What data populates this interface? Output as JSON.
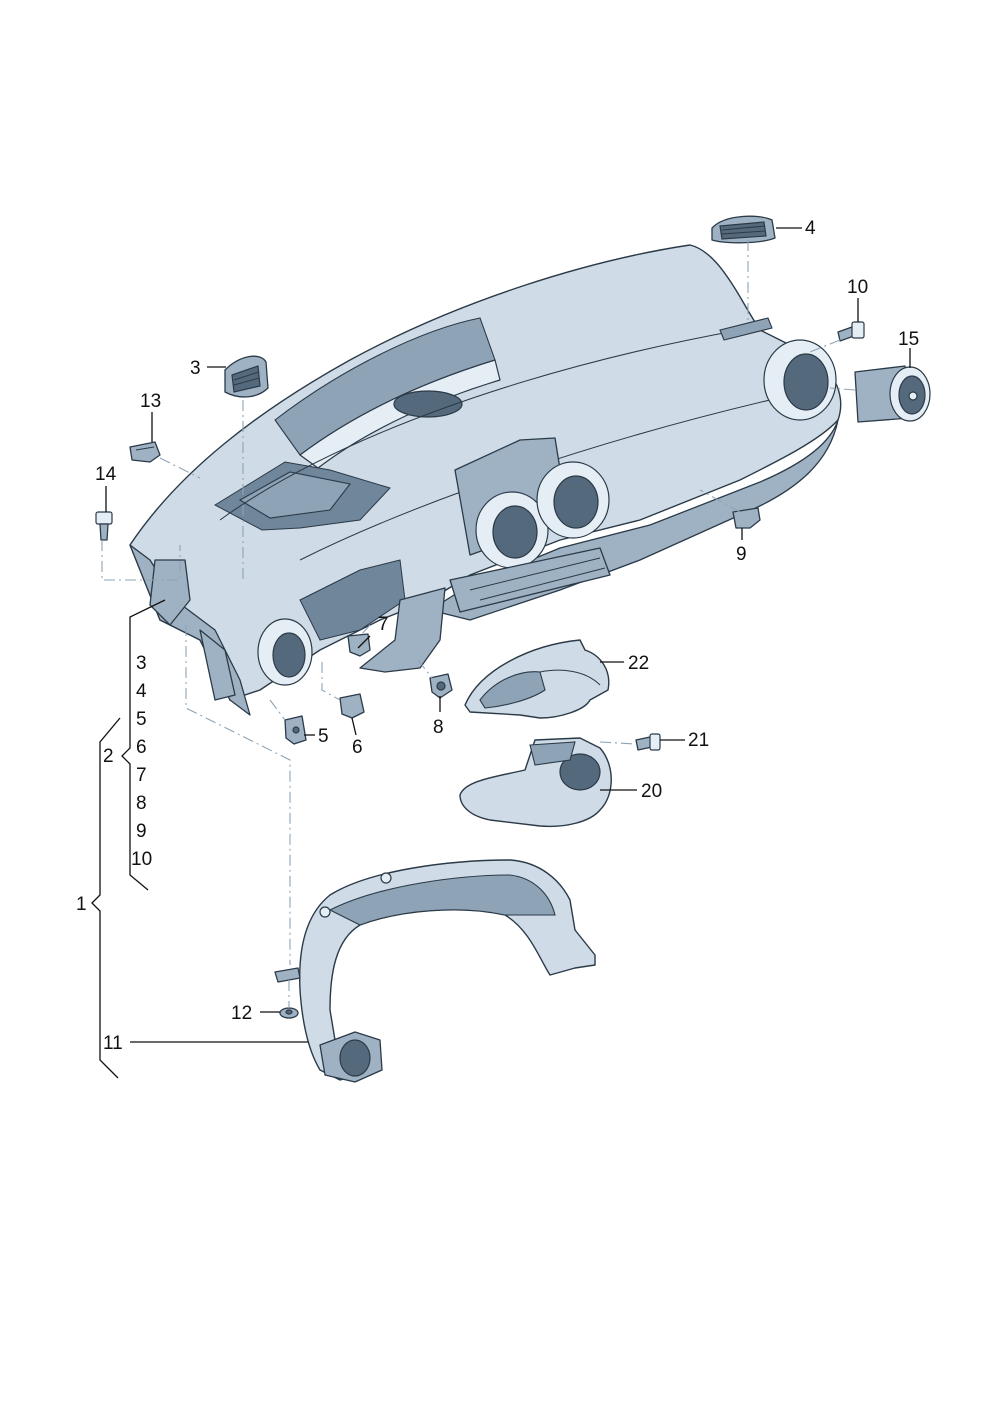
{
  "callouts": {
    "c1": "1",
    "c2": "2",
    "c3": "3",
    "c4": "4",
    "c5": "5",
    "c6": "6",
    "c7": "7",
    "c8": "8",
    "c9": "9",
    "c10": "10",
    "c11": "11",
    "c12": "12",
    "c13": "13",
    "c14": "14",
    "c15": "15",
    "c20": "20",
    "c21": "21",
    "c22": "22"
  },
  "group_list": [
    "3",
    "4",
    "5",
    "6",
    "7",
    "8",
    "9",
    "10"
  ],
  "colors": {
    "part_fill": "#cfdbe6",
    "outline": "#2b3a48",
    "dashed_leader": "#8ea4b6",
    "text": "#111111"
  }
}
